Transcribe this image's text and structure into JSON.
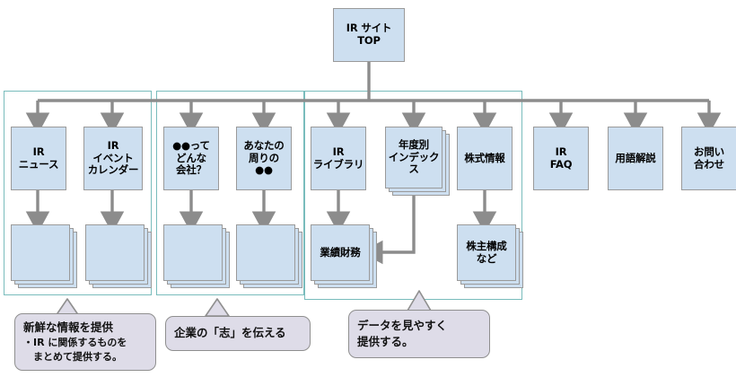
{
  "diagram": {
    "title": "IR site information architecture map",
    "colors": {
      "node_fill": "#cddff0",
      "node_border": "#9a9a9a",
      "group_border": "#79bcbc",
      "connector": "#8c8c8c",
      "callout_fill": "#dedce8",
      "callout_border": "#8f8f8f",
      "text": "#000000"
    },
    "root": {
      "label_line1": "IR サイト",
      "label_line2": "TOP"
    },
    "nodes": [
      {
        "id": "ir-news",
        "line1": "IR",
        "line2": "ニュース",
        "line3": ""
      },
      {
        "id": "ir-event-cal",
        "line1": "IR",
        "line2": "イベント",
        "line3": "カレンダー"
      },
      {
        "id": "what-company",
        "line1": "●●って",
        "line2": "どんな",
        "line3": "会社？"
      },
      {
        "id": "around-you",
        "line1": "あなたの",
        "line2": "周りの",
        "line3": "●●"
      },
      {
        "id": "ir-library",
        "line1": "IR",
        "line2": "ライブラリ",
        "line3": ""
      },
      {
        "id": "yearly-index",
        "line1": "年度別",
        "line2": "インデックス",
        "line3": ""
      },
      {
        "id": "stock-info",
        "line1": "株式情報",
        "line2": "",
        "line3": ""
      },
      {
        "id": "ir-faq",
        "line1": "IR",
        "line2": "FAQ",
        "line3": ""
      },
      {
        "id": "glossary",
        "line1": "用語解説",
        "line2": "",
        "line3": ""
      },
      {
        "id": "contact",
        "line1": "お問い",
        "line2": "合わせ",
        "line3": ""
      },
      {
        "id": "financials",
        "line1": "業績財務",
        "line2": "",
        "line3": ""
      },
      {
        "id": "shareholders",
        "line1": "株主構成",
        "line2": "など",
        "line3": ""
      }
    ],
    "content_stacks": [
      {
        "id": "content-ir-news",
        "label": ""
      },
      {
        "id": "content-ir-event-cal",
        "label": ""
      },
      {
        "id": "content-what-company",
        "label": ""
      },
      {
        "id": "content-around-you",
        "label": ""
      }
    ],
    "groups": [
      {
        "id": "group-news",
        "label": ""
      },
      {
        "id": "group-company",
        "label": ""
      },
      {
        "id": "group-data",
        "label": ""
      }
    ],
    "callouts": [
      {
        "id": "callout-fresh-info",
        "line1": "新鮮な情報を提供",
        "line2": "・IR に関係するものを",
        "line3": "　まとめて提供する。"
      },
      {
        "id": "callout-corporate-will",
        "line1": "企業の「志」を伝える",
        "line2": "",
        "line3": ""
      },
      {
        "id": "callout-easy-data",
        "line1": "データを見やすく",
        "line2": "提供する。",
        "line3": ""
      }
    ]
  }
}
